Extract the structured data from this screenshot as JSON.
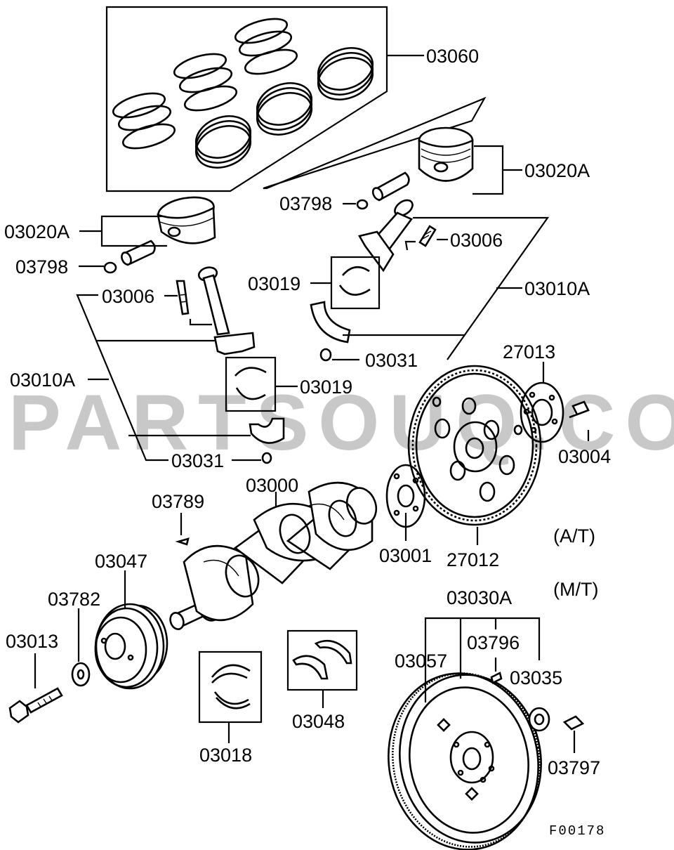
{
  "watermark": "PARTSOUQ.COM",
  "figure_code": "F00178",
  "variants": {
    "at": "(A/T)",
    "mt": "(M/T)"
  },
  "labels": {
    "p03060": "03060",
    "p03020A_top": "03020A",
    "p03798_top": "03798",
    "p03006_right": "03006",
    "p03019_right": "03019",
    "p03010A_right": "03010A",
    "p03031_right": "03031",
    "p03020A_left": "03020A",
    "p03798_left": "03798",
    "p03006_left": "03006",
    "p03010A_left": "03010A",
    "p03019_left": "03019",
    "p03031_left": "03031",
    "p27013": "27013",
    "p03004": "03004",
    "p03000": "03000",
    "p03789": "03789",
    "p03001": "03001",
    "p27012": "27012",
    "p03047": "03047",
    "p03782": "03782",
    "p03013": "03013",
    "p03030A": "03030A",
    "p03796": "03796",
    "p03057": "03057",
    "p03035": "03035",
    "p03048": "03048",
    "p03018": "03018",
    "p03797": "03797"
  }
}
